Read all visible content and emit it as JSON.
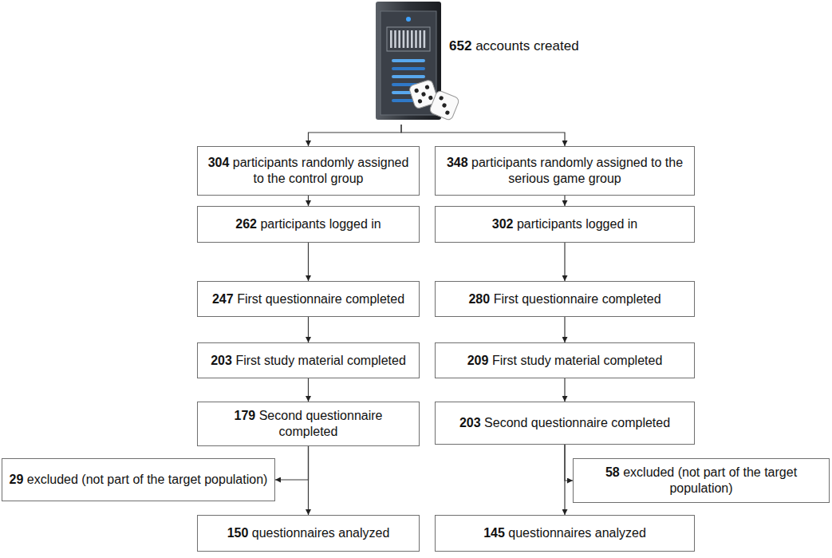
{
  "diagram": {
    "nodes": [
      {
        "text": [
          "652",
          "accounts created"
        ]
      },
      {
        "text": [
          "304",
          "participants randomly assigned to the control group"
        ]
      },
      {
        "text": [
          "348",
          "participants randomly assigned to the serious game group"
        ]
      },
      {
        "text": [
          "262",
          "participants logged in"
        ]
      },
      {
        "text": [
          "302",
          "participants logged in"
        ]
      },
      {
        "text": [
          "247",
          "First questionnaire completed"
        ]
      },
      {
        "text": [
          "280",
          "First questionnaire completed"
        ]
      },
      {
        "text": [
          "203",
          "First study material completed"
        ]
      },
      {
        "text": [
          "209",
          "First study material completed"
        ]
      },
      {
        "text": [
          "179",
          "Second questionnaire completed"
        ]
      },
      {
        "text": [
          "203",
          "Second questionnaire completed"
        ]
      },
      {
        "text": [
          "29",
          "excluded (not part of the target population)"
        ]
      },
      {
        "text": [
          "58",
          "excluded (not part of the target population)"
        ]
      },
      {
        "text": [
          "150",
          "questionnaires analyzed"
        ]
      },
      {
        "text": [
          "145",
          "questionnaires analyzed"
        ]
      }
    ],
    "edges": [
      {
        "from": 0,
        "to": 1,
        "arrow": "to"
      },
      {
        "from": 0,
        "to": 2,
        "arrow": "to"
      },
      {
        "from": 1,
        "to": 3,
        "arrow": "to"
      },
      {
        "from": 2,
        "to": 4,
        "arrow": "to"
      },
      {
        "from": 3,
        "to": 5,
        "arrow": "to"
      },
      {
        "from": 4,
        "to": 6,
        "arrow": "to"
      },
      {
        "from": 5,
        "to": 7,
        "arrow": "to"
      },
      {
        "from": 6,
        "to": 8,
        "arrow": "to"
      },
      {
        "from": 7,
        "to": 9,
        "arrow": "to"
      },
      {
        "from": 8,
        "to": 10,
        "arrow": "to"
      },
      {
        "from": 9,
        "to": 11,
        "arrow": "to"
      },
      {
        "from": 10,
        "to": 12,
        "arrow": "to"
      },
      {
        "from": 9,
        "to": 13,
        "arrow": "to"
      },
      {
        "from": 10,
        "to": 14,
        "arrow": "to"
      }
    ]
  }
}
